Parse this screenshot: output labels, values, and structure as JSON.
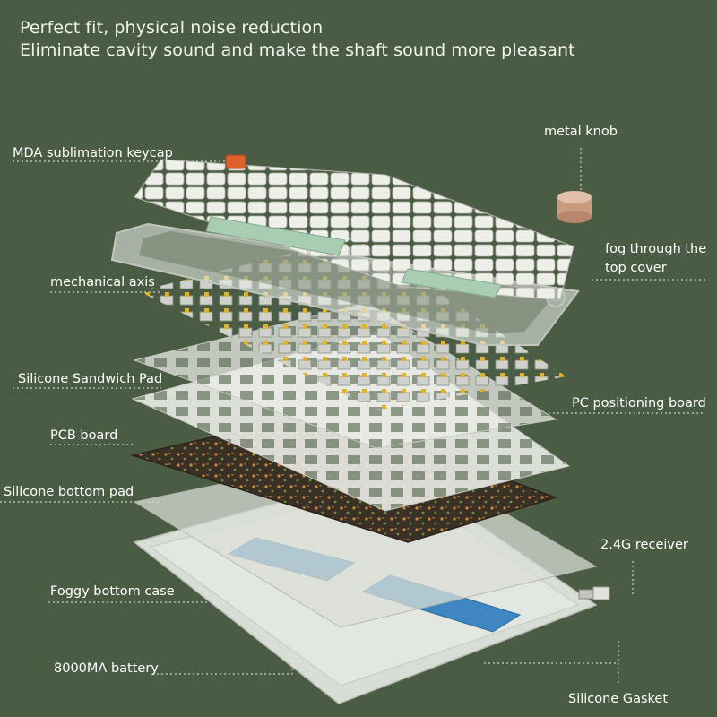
{
  "headline": {
    "line1": "Perfect fit, physical noise reduction",
    "line2": "Eliminate cavity sound and make the shaft sound more pleasant"
  },
  "labels": {
    "keycap": "MDA sublimation keycap",
    "knob": "metal knob",
    "top_cover_1": "fog through the",
    "top_cover_2": "top cover",
    "switch": "mechanical axis",
    "sandwich": "Silicone Sandwich Pad",
    "plate": "PC positioning board",
    "pcb": "PCB board",
    "bottom_pad": "Silicone bottom pad",
    "receiver": "2.4G receiver",
    "case": "Foggy bottom case",
    "battery": "8000MA battery",
    "gasket": "Silicone Gasket"
  },
  "colors": {
    "background": "#4a5c43",
    "keycap_white": "#e9e9e4",
    "keycap_green": "#a9cdb2",
    "keycap_orange": "#e0602c",
    "knob": "#d4a890",
    "pcb": "#3a3026",
    "battery": "#3f87c2",
    "leader": "#c8d2c2"
  }
}
